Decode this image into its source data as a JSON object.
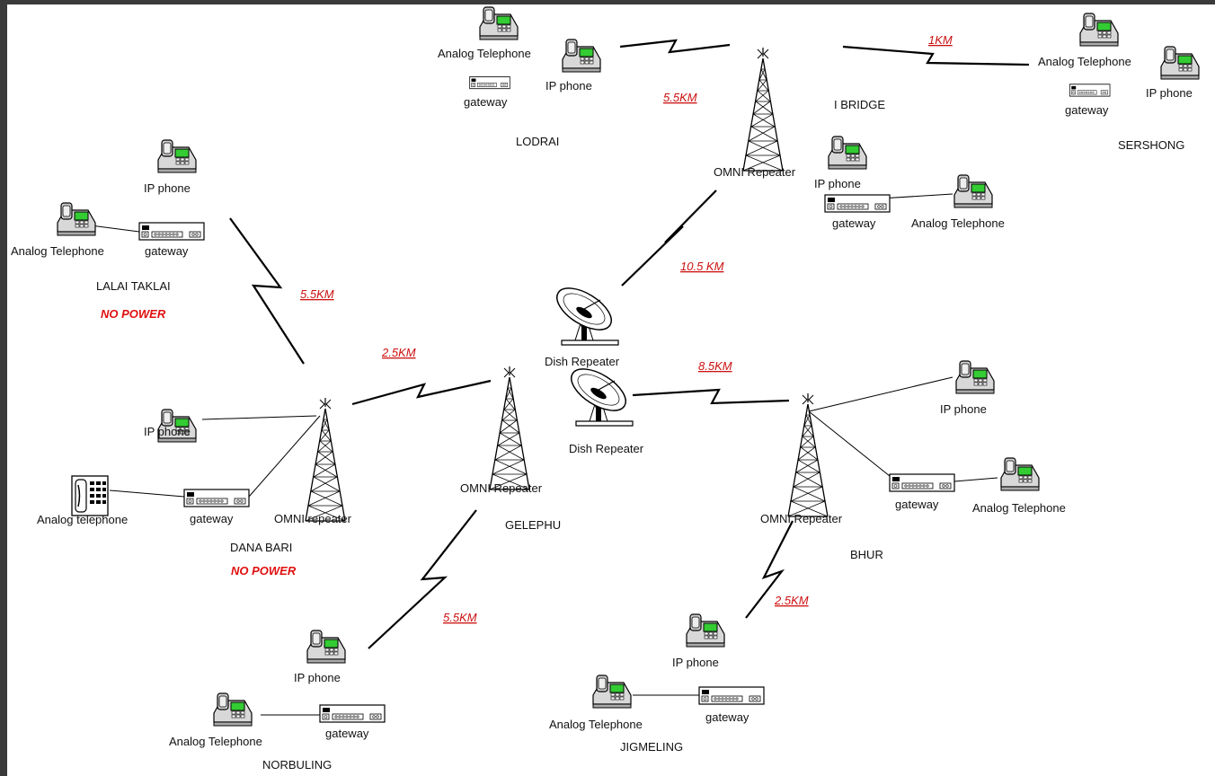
{
  "labels": {
    "analog_telephone": "Analog Telephone",
    "analog_telephone_lower": "Analog telephone",
    "ip_phone": "IP phone",
    "gateway": "gateway",
    "omni_repeater": "OMNI Repeater",
    "omni_repeater_lower": "OMNI repeater",
    "dish_repeater": "Dish Repeater",
    "no_power": "NO POWER"
  },
  "sites": {
    "lodrai": "LODRAI",
    "i_bridge": "I BRIDGE",
    "sershong": "SERSHONG",
    "lalai_taklai": "LALAI TAKLAI",
    "dana_bari": "DANA BARI",
    "gelephu": "GELEPHU",
    "bhur": "BHUR",
    "norbuling": "NORBULING",
    "jigmeling": "JIGMELING"
  },
  "links": {
    "lodrai_ibridge": "5.5KM",
    "ibridge_sershong": "1KM",
    "ibridge_gelephu": "10.5 KM",
    "lalai_danabari": "5.5KM",
    "danabari_gelephu": "2.5KM",
    "gelephu_bhur": "8.5KM",
    "gelephu_norbuling": "5.5KM",
    "bhur_jigmeling": "2.5KM"
  },
  "colors": {
    "distance_text": "#cc1010",
    "warning_text": "#e01010",
    "screen_green": "#33cc33",
    "frame": "#3a3a3a"
  }
}
